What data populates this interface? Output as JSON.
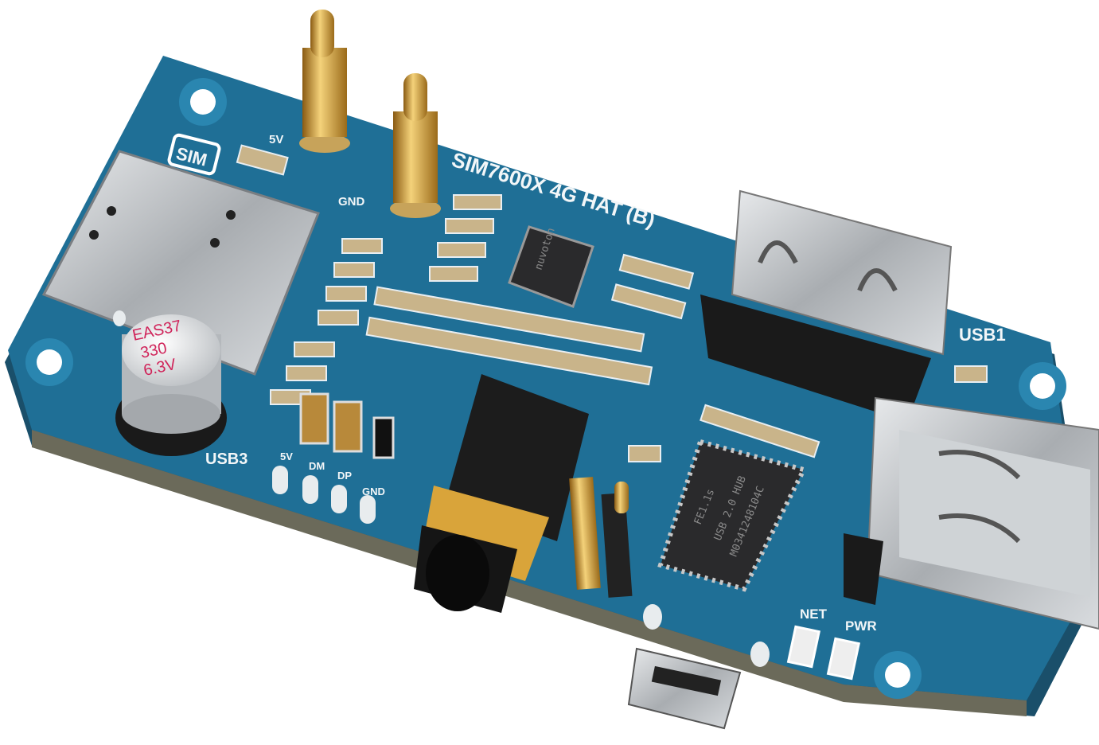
{
  "board": {
    "title": "SIM7600X 4G HAT (B)",
    "sim_label": "SIM",
    "pogo_5v": "5V",
    "pogo_gnd": "GND",
    "usb1_label": "USB1",
    "usb3_label": "USB3",
    "usb3_pins": [
      "5V",
      "DM",
      "DP",
      "GND"
    ],
    "net_label": "NET",
    "pwr_label": "PWR",
    "capacitor_lines": [
      "EAS37",
      "330",
      "6.3V"
    ],
    "hub_chip_lines": [
      "FE1.1s",
      "USB 2.0 HUB",
      "M0341248104C"
    ],
    "codec_chip_text": "nuvoton"
  },
  "colors": {
    "pcb": "#1f6f96",
    "pcb_edge": "#164f6d",
    "gold": "#d9a43a",
    "metal": "#c9cccf",
    "chip": "#2a2a2c"
  }
}
